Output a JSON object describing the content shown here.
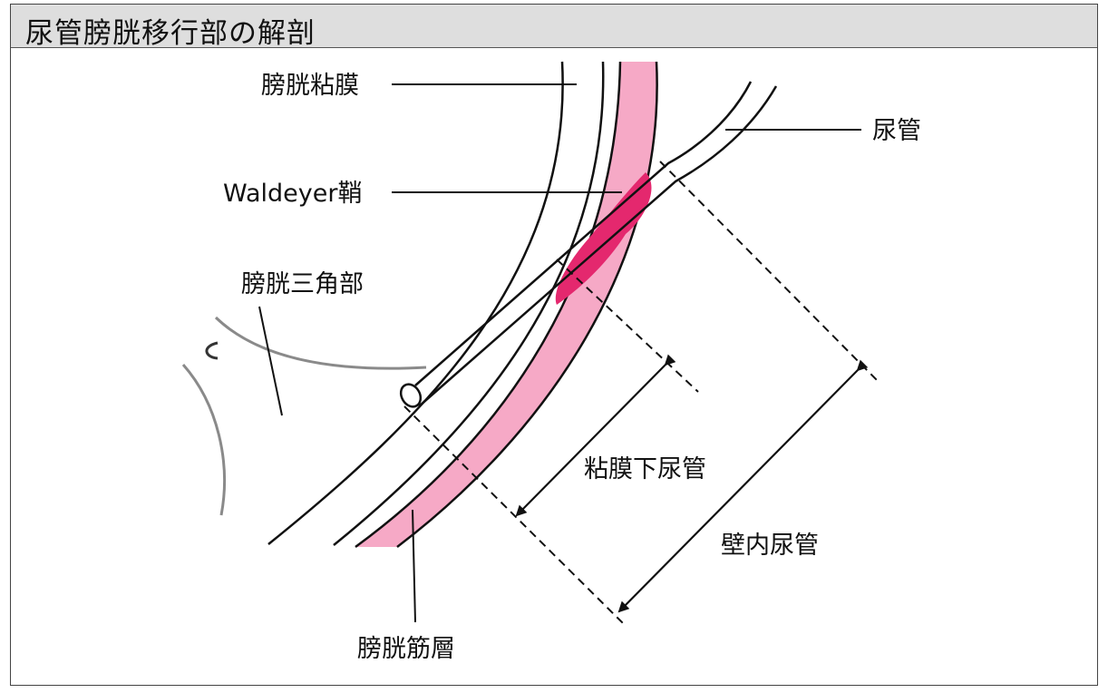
{
  "title": "尿管膀胱移行部の解剖",
  "labels": {
    "bladder_mucosa": "膀胱粘膜",
    "ureter": "尿管",
    "waldeyer_sheath": "Waldeyer鞘",
    "trigone": "膀胱三角部",
    "submucosal_ureter": "粘膜下尿管",
    "intramural_ureter": "壁内尿管",
    "bladder_muscle_layer": "膀胱筋層"
  },
  "colors": {
    "muscle_layer": "#f6a9c6",
    "waldeyer": "#e4286e",
    "title_bg": "#dedede"
  }
}
